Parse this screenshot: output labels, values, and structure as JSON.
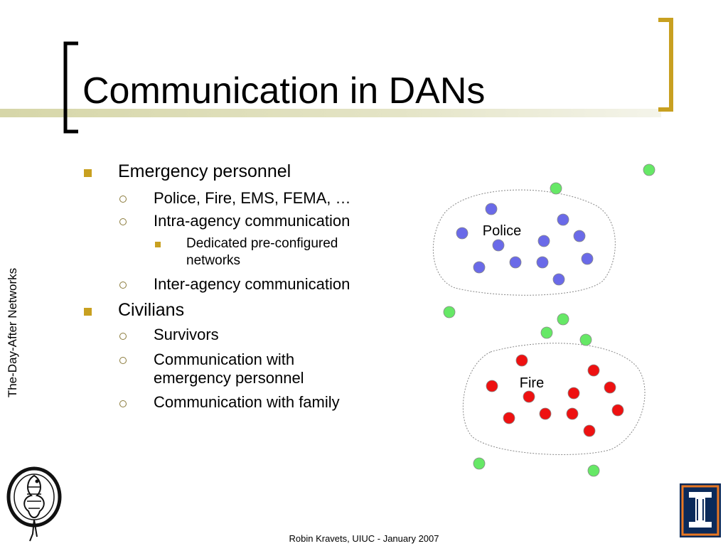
{
  "slide": {
    "title": "Communication in DANs",
    "side_caption": "The-Day-After Networks",
    "footer": "Robin Kravets, UIUC - January 2007"
  },
  "bullets": {
    "emergency": "Emergency personnel",
    "emergency_items": {
      "agencies": "Police, Fire, EMS, FEMA, …",
      "intra": "Intra-agency communication",
      "dedicated": [
        "Dedicated pre-configured",
        "networks"
      ],
      "inter": "Inter-agency communication"
    },
    "civilians": "Civilians",
    "civilian_items": {
      "survivors": "Survivors",
      "with_personnel": [
        "Communication with",
        "emergency personnel"
      ],
      "with_family": "Communication with family"
    }
  },
  "diagram": {
    "police_label": "Police",
    "fire_label": "Fire",
    "colors": {
      "police_node": "#6a6ae8",
      "fire_node": "#ee1111",
      "civilian_node": "#66e866",
      "accent": "#c8a020"
    }
  }
}
